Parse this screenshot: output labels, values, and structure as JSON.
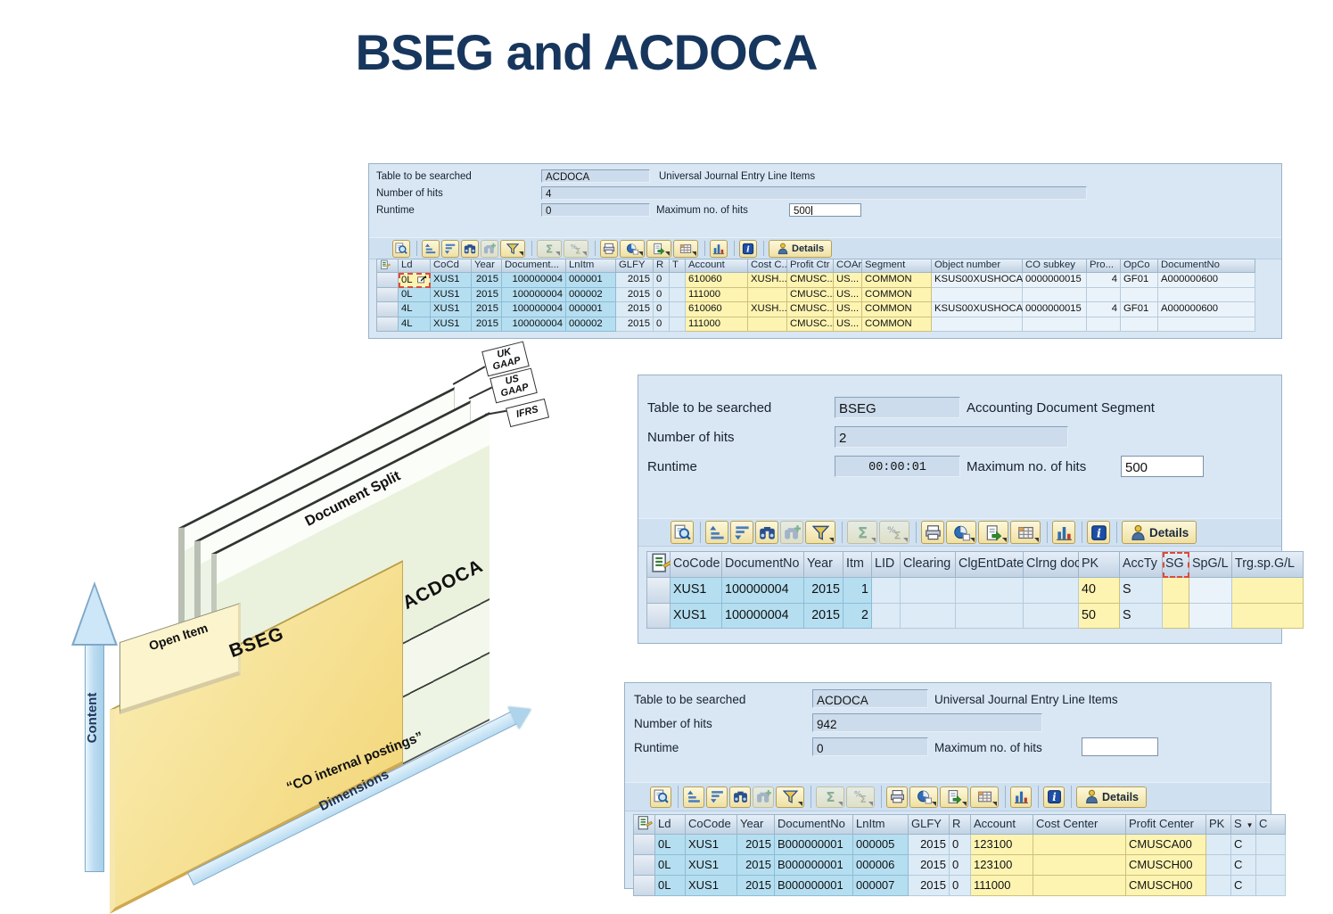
{
  "title": "BSEG and ACDOCA",
  "colors": {
    "title_navy": "#17365d",
    "panel_bg": "#d9e6f3",
    "key_cell_cyan": "#b5def1",
    "value_cell_yellow": "#fdf4b2",
    "std_cell_blue": "#dcebf6",
    "selection_red": "#e0483c",
    "bseg_plane_yellow": "#f3d87e",
    "acdoca_plane_green": "#eaf2de",
    "arrow_blue": "#bcdcf2"
  },
  "alv_toolbar": {
    "buttons": [
      {
        "name": "choose-detail"
      },
      {
        "separator": true
      },
      {
        "name": "sort-ascending"
      },
      {
        "name": "sort-descending"
      },
      {
        "name": "find"
      },
      {
        "name": "find-next",
        "disabled": true
      },
      {
        "name": "set-filter",
        "dropdown": true
      },
      {
        "separator": true
      },
      {
        "name": "sum",
        "dropdown": true,
        "disabled": true
      },
      {
        "name": "subtotal",
        "dropdown": true,
        "disabled": true
      },
      {
        "separator": true
      },
      {
        "name": "print"
      },
      {
        "name": "views",
        "dropdown": true
      },
      {
        "name": "export",
        "dropdown": true
      },
      {
        "name": "layout",
        "dropdown": true
      },
      {
        "separator": true
      },
      {
        "name": "graphic"
      },
      {
        "separator": true
      },
      {
        "name": "info"
      },
      {
        "separator": true
      },
      {
        "name": "details",
        "label": "Details"
      }
    ]
  },
  "panels": [
    {
      "fields": {
        "table_label": "Table to be searched",
        "table_value": "ACDOCA",
        "table_desc": "Universal Journal Entry Line Items",
        "hits_label": "Number of hits",
        "hits_value": "4",
        "runtime_label": "Runtime",
        "runtime_value": "0",
        "max_label": "Maximum no. of hits",
        "max_value": "500"
      },
      "table": {
        "columns": [
          {
            "label": "Ld",
            "type": "key"
          },
          {
            "label": "CoCd",
            "type": "key"
          },
          {
            "label": "Year",
            "type": "key",
            "align": "right"
          },
          {
            "label": "Document...",
            "type": "key",
            "align": "right"
          },
          {
            "label": "LnItm",
            "type": "key"
          },
          {
            "label": "GLFY",
            "type": "std",
            "align": "right"
          },
          {
            "label": "R",
            "type": "std"
          },
          {
            "label": "T",
            "type": "std"
          },
          {
            "label": "Account",
            "type": "val"
          },
          {
            "label": "Cost C...",
            "type": "val"
          },
          {
            "label": "Profit Ctr",
            "type": "val"
          },
          {
            "label": "COAr",
            "type": "val"
          },
          {
            "label": "Segment",
            "type": "val"
          },
          {
            "label": "Object number",
            "type": "white"
          },
          {
            "label": "CO subkey",
            "type": "white"
          },
          {
            "label": "Pro...",
            "type": "white",
            "align": "right"
          },
          {
            "label": "OpCo",
            "type": "white"
          },
          {
            "label": "DocumentNo",
            "type": "white"
          }
        ],
        "selected_cell": {
          "row": 0,
          "col": 0
        },
        "rows": [
          [
            "0L",
            "XUS1",
            "2015",
            "100000004",
            "000001",
            "2015",
            "0",
            "",
            "610060",
            "XUSH...",
            "CMUSC...",
            "US...",
            "COMMON",
            "KSUS00XUSHOCA01",
            "0000000015",
            "4",
            "GF01",
            "A000000600"
          ],
          [
            "0L",
            "XUS1",
            "2015",
            "100000004",
            "000002",
            "2015",
            "0",
            "",
            "111000",
            "",
            "CMUSC...",
            "US...",
            "COMMON",
            "",
            "",
            "",
            "",
            ""
          ],
          [
            "4L",
            "XUS1",
            "2015",
            "100000004",
            "000001",
            "2015",
            "0",
            "",
            "610060",
            "XUSH...",
            "CMUSC...",
            "US...",
            "COMMON",
            "KSUS00XUSHOCA01",
            "0000000015",
            "4",
            "GF01",
            "A000000600"
          ],
          [
            "4L",
            "XUS1",
            "2015",
            "100000004",
            "000002",
            "2015",
            "0",
            "",
            "111000",
            "",
            "CMUSC...",
            "US...",
            "COMMON",
            "",
            "",
            "",
            "",
            ""
          ]
        ]
      }
    },
    {
      "fields": {
        "table_label": "Table to be searched",
        "table_value": "BSEG",
        "table_desc": "Accounting Document Segment",
        "hits_label": "Number of hits",
        "hits_value": "2",
        "runtime_label": "Runtime",
        "runtime_value": "00:00:01",
        "max_label": "Maximum no. of hits",
        "max_value": "500"
      },
      "table": {
        "columns": [
          {
            "label": "CoCode",
            "type": "key"
          },
          {
            "label": "DocumentNo",
            "type": "key"
          },
          {
            "label": "Year",
            "type": "key",
            "align": "right"
          },
          {
            "label": "Itm",
            "type": "key",
            "align": "right"
          },
          {
            "label": "LID",
            "type": "std"
          },
          {
            "label": "Clearing",
            "type": "std"
          },
          {
            "label": "ClgEntDate",
            "type": "std"
          },
          {
            "label": "Clrng doc.",
            "type": "std"
          },
          {
            "label": "PK",
            "type": "val"
          },
          {
            "label": "AccTy",
            "type": "std"
          },
          {
            "label": "SG",
            "type": "val",
            "highlight": true
          },
          {
            "label": "SpG/L",
            "type": "white"
          },
          {
            "label": "Trg.sp.G/L",
            "type": "val"
          }
        ],
        "rows": [
          [
            "XUS1",
            "100000004",
            "2015",
            "1",
            "",
            "",
            "",
            "",
            "40",
            "S",
            "",
            "",
            ""
          ],
          [
            "XUS1",
            "100000004",
            "2015",
            "2",
            "",
            "",
            "",
            "",
            "50",
            "S",
            "",
            "",
            ""
          ]
        ]
      }
    },
    {
      "fields": {
        "table_label": "Table to be searched",
        "table_value": "ACDOCA",
        "table_desc": "Universal Journal Entry Line Items",
        "hits_label": "Number of hits",
        "hits_value": "942",
        "runtime_label": "Runtime",
        "runtime_value": "0",
        "max_label": "Maximum no. of hits",
        "max_value": ""
      },
      "table": {
        "columns": [
          {
            "label": "Ld",
            "type": "key"
          },
          {
            "label": "CoCode",
            "type": "key"
          },
          {
            "label": "Year",
            "type": "key",
            "align": "right"
          },
          {
            "label": "DocumentNo",
            "type": "key"
          },
          {
            "label": "LnItm",
            "type": "key"
          },
          {
            "label": "GLFY",
            "type": "std",
            "align": "right"
          },
          {
            "label": "R",
            "type": "std"
          },
          {
            "label": "Account",
            "type": "val"
          },
          {
            "label": "Cost Center",
            "type": "val"
          },
          {
            "label": "Profit Center",
            "type": "val"
          },
          {
            "label": "PK",
            "type": "std"
          },
          {
            "label": "S",
            "type": "std",
            "sort_indicator": true
          },
          {
            "label": "C",
            "type": "std"
          }
        ],
        "rows": [
          [
            "0L",
            "XUS1",
            "2015",
            "B000000001",
            "000005",
            "2015",
            "0",
            "123100",
            "",
            "CMUSCA00",
            "",
            "C",
            ""
          ],
          [
            "0L",
            "XUS1",
            "2015",
            "B000000001",
            "000006",
            "2015",
            "0",
            "123100",
            "",
            "CMUSCH00",
            "",
            "C",
            ""
          ],
          [
            "0L",
            "XUS1",
            "2015",
            "B000000001",
            "000007",
            "2015",
            "0",
            "111000",
            "",
            "CMUSCH00",
            "",
            "C",
            ""
          ]
        ]
      }
    }
  ],
  "diagram": {
    "labels": {
      "content_axis": "Content",
      "dimensions_axis": "Dimensions",
      "bseg_plane": "BSEG",
      "acdoca_plane": "ACDOCA",
      "open_item_plane": "Open Item",
      "document_split": "Document Split",
      "co_internal_postings": "“CO internal postings”"
    },
    "callouts": [
      {
        "line1": "UK",
        "line2": "GAAP"
      },
      {
        "line1": "US",
        "line2": "GAAP"
      },
      {
        "line1": "IFRS",
        "line2": ""
      }
    ]
  }
}
